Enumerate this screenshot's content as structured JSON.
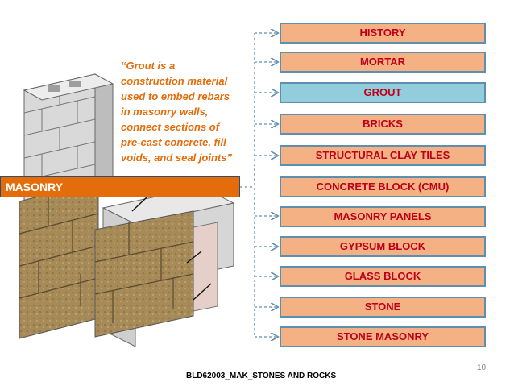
{
  "quote": {
    "lines": [
      "“Grout is a",
      "construction material",
      "used to embed rebars",
      "in masonry walls,",
      "connect sections of",
      "pre-cast concrete, fill",
      "voids, and seal joints”"
    ]
  },
  "masonry_label": "MASONRY",
  "topics": [
    "HISTORY",
    "MORTAR",
    "GROUT",
    "BRICKS",
    "STRUCTURAL CLAY TILES",
    "CONCRETE BLOCK (CMU)",
    "MASONRY PANELS",
    "GYPSUM BLOCK",
    "GLASS BLOCK",
    "STONE",
    "STONE MASONRY"
  ],
  "active_topic": "GROUT",
  "page_number": "10",
  "footer": "BLD62003_MAK_STONES AND ROCKS",
  "colors": {
    "topic_fill": "#f4b183",
    "topic_active_fill": "#92cddc",
    "topic_text": "#c0001a",
    "accent_orange": "#e46c0a",
    "connector": "#5f8fb0"
  }
}
